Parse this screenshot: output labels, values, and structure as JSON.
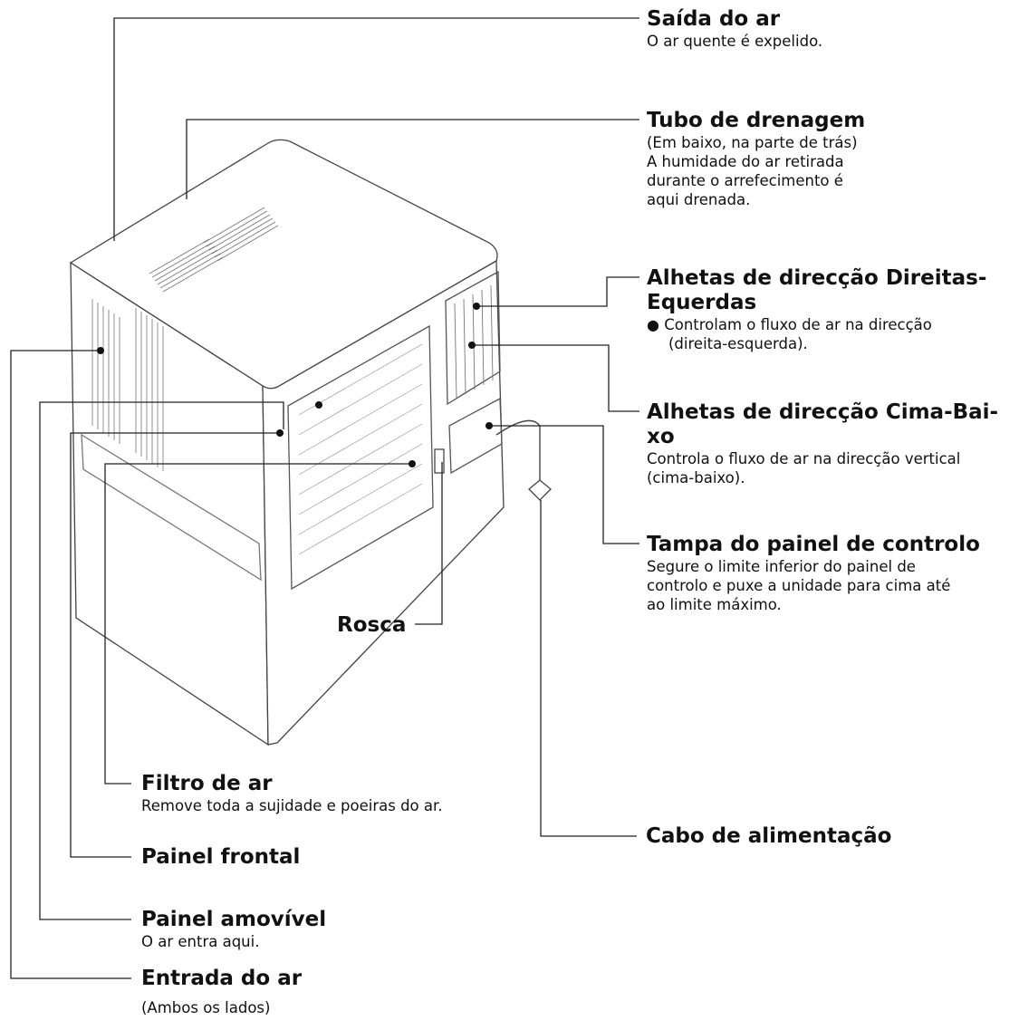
{
  "labels": {
    "saida": {
      "title": "Saída do ar",
      "desc": "O ar quente é expelido."
    },
    "tubo": {
      "title": "Tubo de drenagem",
      "desc": [
        "(Em baixo, na parte de trás)",
        "A humidade do ar retirada",
        "durante o arrefecimento é",
        "aqui drenada."
      ]
    },
    "alhetas_de": {
      "title_line1": "Alhetas de direcção Direitas-",
      "title_line2": "Equerdas",
      "bullet": "●",
      "desc_line1": "Controlam o fluxo de ar na direcção",
      "desc_line2": "(direita-esquerda)."
    },
    "alhetas_cb": {
      "title_line1": "Alhetas de direcção Cima-Bai-",
      "title_line2": "xo",
      "desc_line1": "Controla o fluxo de ar na direcção vertical",
      "desc_line2": "(cima-baixo)."
    },
    "tampa": {
      "title": "Tampa do painel de controlo",
      "desc_line1": "Segure o limite inferior do painel de",
      "desc_line2": "controlo e puxe a unidade para cima até",
      "desc_line3": "ao limite máximo."
    },
    "rosca": {
      "title": "Rosca"
    },
    "filtro": {
      "title": "Filtro de ar",
      "desc": "Remove toda a sujidade e poeiras do ar."
    },
    "cabo": {
      "title": "Cabo de alimentação"
    },
    "frontal": {
      "title": "Painel frontal"
    },
    "amovivel": {
      "title": "Painel amovível",
      "desc": "O ar entra aqui."
    },
    "entrada": {
      "title": "Entrada do ar",
      "desc": "(Ambos os lados)"
    }
  },
  "colors": {
    "line": "#222222",
    "unit_stroke": "#444444",
    "text": "#111111",
    "background": "#ffffff"
  }
}
